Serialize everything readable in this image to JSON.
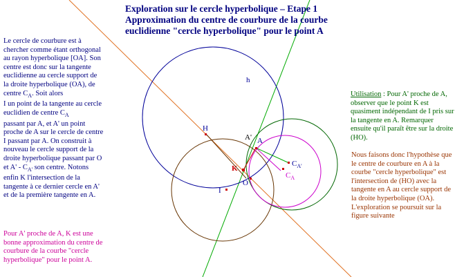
{
  "title": {
    "line1": "Exploration sur le cercle hyperbolique – Etape 1",
    "line2": "Approximation du centre de courbure de la courbe",
    "line3": "euclidienne \"cercle hyperbolique\" pour le point A"
  },
  "left_text": {
    "p1": "Le cercle de courbure est à chercher comme étant orthogonal au rayon hyperbolique [OA]. Son centre est donc sur la tangente euclidienne au cercle support de la droite hyperbolique (OA), de centre C",
    "p1_sub": "A",
    "p1_end": ". Soit alors",
    "p2": "I un point de la tangente au cercle euclidien de centre C",
    "p2_sub": "A",
    "p3": "passant par A, et A' un point proche de A sur le cercle de centre I passant par A. On construit à nouveau le cercle support de la droite hyperbolique passant par O et A' - C",
    "p3_sub": "A'",
    "p3_end": " son centre. Notons",
    "p4": "enfin K l'intersection de la tangente à ce dernier cercle en A' et de la première tangente en A."
  },
  "left_pink": "Pour A' proche de A, K est une bonne approximation du centre de courbure de la courbe \"cercle hyperbolique\" pour le point A.",
  "right_green": {
    "label": "Utilisation",
    "text": " : Pour A' proche de A, observer que le point K est quasiment indépendant de I pris sur la tangente en A. Remarquer ensuite qu'il paraît être sur la droite (HO)."
  },
  "right_red": "Nous faisons donc l'hypothèse que le centre de courbure en A à la courbe \"cercle hyperbolique\" est l'intersection de (HO) avec la tangente en A au cercle support de la droite hyperbolique (OA). L'exploration se poursuit sur la figure suivante",
  "labels": {
    "h": "h",
    "H": "H",
    "A": "A",
    "A_prime": "A'",
    "K": "K",
    "O": "O",
    "I": "I",
    "C": "C",
    "C_A_sub": "A",
    "C_Ap_sub": "A'"
  },
  "colors": {
    "title": "#000080",
    "blue_circle": "#000099",
    "brown_circle": "#663300",
    "green_circle": "#006600",
    "magenta_circle": "#cc00cc",
    "orange_line": "#e07020",
    "green_line": "#00aa00"
  }
}
